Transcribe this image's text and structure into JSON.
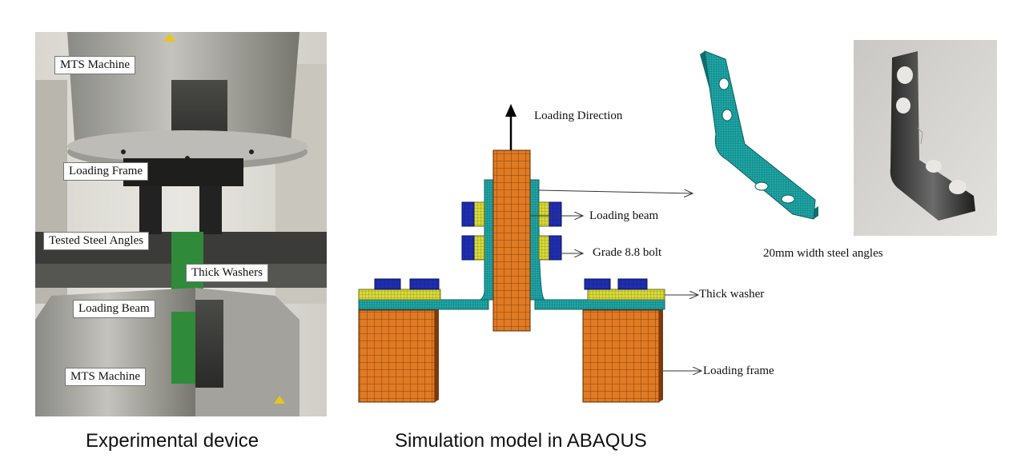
{
  "photo_labels": {
    "mts_top": "MTS Machine",
    "loading_frame": "Loading Frame",
    "tested_angles": "Tested Steel Angles",
    "thick_washers": "Thick Washers",
    "loading_beam": "Loading Beam",
    "mts_bottom": "MTS Machine"
  },
  "diagram_labels": {
    "loading_direction": "Loading Direction",
    "loading_beam": "Loading beam",
    "bolt": "Grade 8.8 bolt",
    "thick_washer": "Thick washer",
    "loading_frame": "Loading frame",
    "steel_angles": "20mm width steel angles"
  },
  "captions": {
    "left": "Experimental device",
    "right": "Simulation model in ABAQUS"
  },
  "colors": {
    "frame_orange": "#e07a23",
    "angle_teal": "#1fa6a6",
    "washer_yellow": "#d9d93a",
    "bolt_blue": "#1f2fb0"
  }
}
